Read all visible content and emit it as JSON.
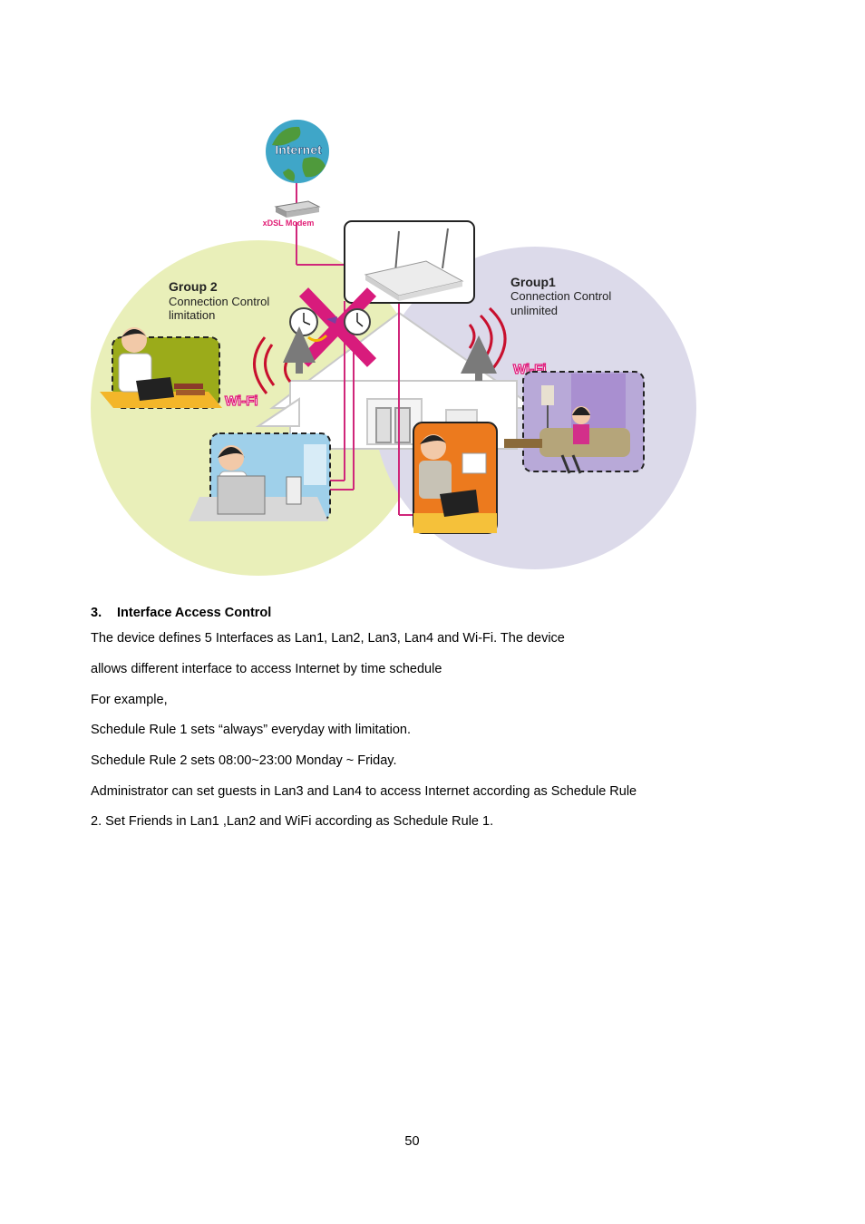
{
  "diagram": {
    "internet_label": "Internet",
    "modem_label": "xDSL Modem",
    "group2": {
      "title": "Group 2",
      "line1": "Connection Control",
      "line2": "limitation"
    },
    "group1": {
      "title": "Group1",
      "line1": "Connection Control",
      "line2": "unlimited"
    },
    "wifi_left": "Wi-Fi",
    "wifi_right": "Wi-Fi",
    "colors": {
      "group2_circle": "#e9efb9",
      "group1_circle": "#dcdaea",
      "cable": "#d0267a",
      "cross": "#d81b7c",
      "wifi_waves": "#c8102e"
    }
  },
  "section": {
    "number": "3.",
    "title": "Interface Access Control"
  },
  "paragraphs": [
    "The device defines 5 Interfaces as Lan1, Lan2, Lan3, Lan4 and Wi-Fi. The device",
    "allows different interface to access Internet by time schedule",
    "For example,",
    "Schedule Rule 1 sets “always” everyday with limitation.",
    "Schedule Rule 2 sets 08:00~23:00 Monday ~ Friday.",
    "Administrator can set guests in Lan3 and Lan4 to access Internet according as Schedule Rule",
    "2. Set Friends in Lan1 ,Lan2 and WiFi according as Schedule Rule 1."
  ],
  "page_number": "50"
}
